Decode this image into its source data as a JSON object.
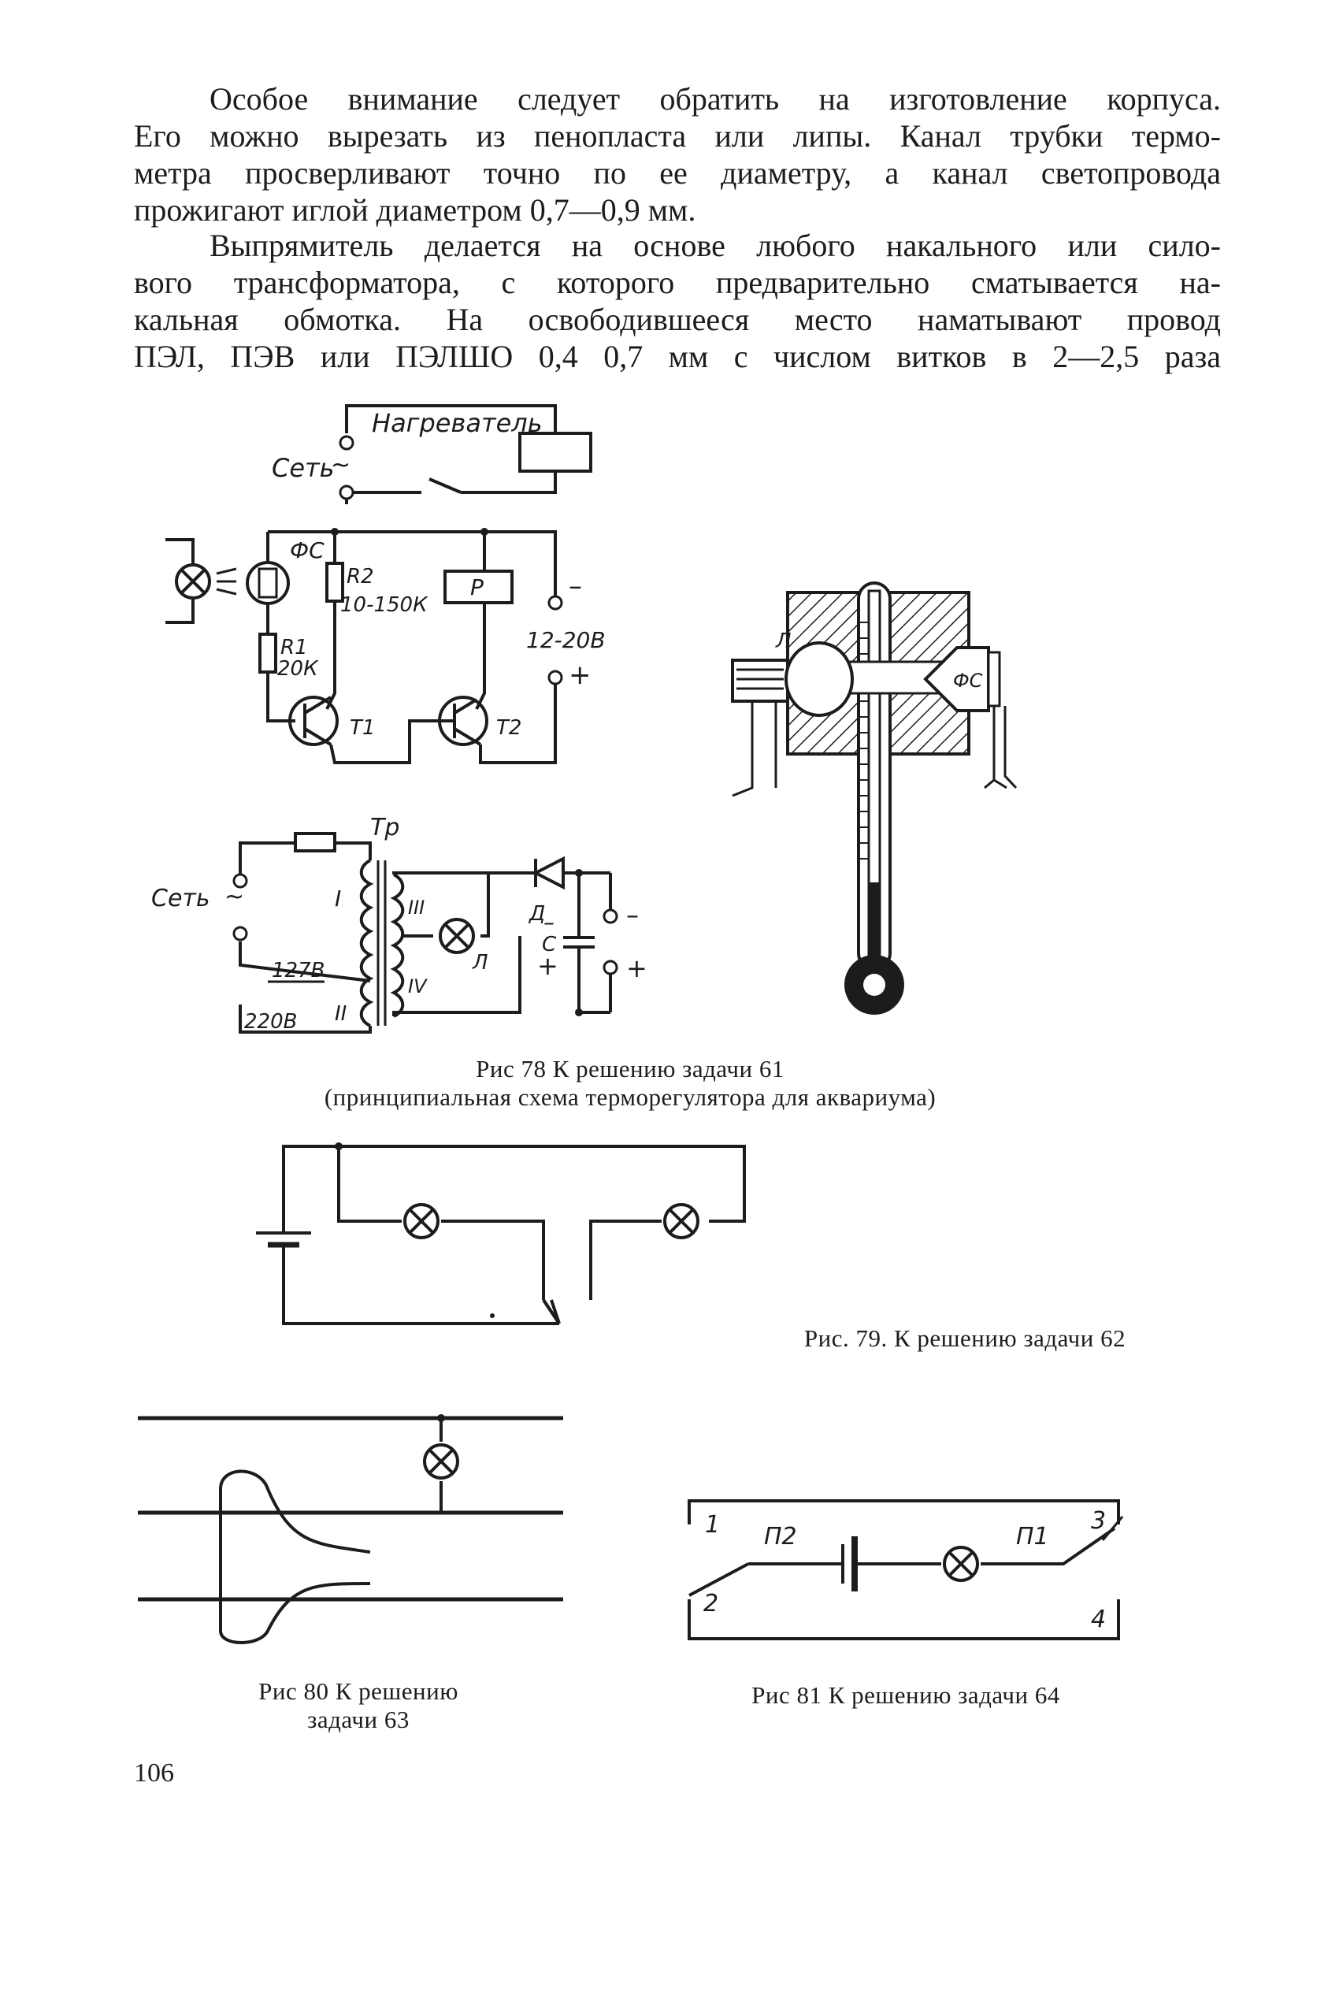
{
  "text": {
    "paragraph_1": [
      "Особое внимание следует обратить на изготовление корпуса.",
      "Его можно вырезать из пенопласта или липы. Канал трубки термо-",
      "метра просверливают точно по ее диаметру, а канал светопровода",
      "прожигают иглой диаметром 0,7—0,9 мм."
    ],
    "paragraph_2": [
      "Выпрямитель делается на основе любого накального или сило-",
      "вого трансформатора, с которого предварительно сматывается на-",
      "кальная обмотка. На освободившееся место наматывают провод",
      "ПЭЛ, ПЭВ или ПЭЛШО 0,4 0,7 мм с числом витков в 2—2,5 раза"
    ]
  },
  "figure_78": {
    "labels": {
      "heater": "Нагреватель",
      "mains_top": "Сеть",
      "mains_bottom": "Сеть",
      "tilde": "~",
      "photoresistor": "ФС",
      "r1": "R1",
      "r1_value": "20К",
      "r2": "R2",
      "r2_value": "10-150К",
      "relay": "Р",
      "supply_minus": "–",
      "supply_voltage": "12-20В",
      "supply_plus": "+",
      "t1": "Т1",
      "t2": "Т2",
      "transformer": "Тр",
      "winding_1": "I",
      "winding_2": "II",
      "winding_3": "III",
      "winding_4": "IV",
      "tap_127": "127В",
      "tap_220": "220В",
      "lamp_l": "Л",
      "diode": "Д",
      "capacitor": "С",
      "cap_minus": "–",
      "cap_plus": "+",
      "out_minus": "–",
      "out_plus": "+",
      "thermo_lamp": "Л",
      "thermo_fs": "ФС"
    },
    "caption_line_1": "Рис 78 К решению задачи 61",
    "caption_line_2": "(принципиальная схема терморегулятора для аквариума)"
  },
  "figure_79": {
    "caption": "Рис. 79. К решению задачи 62"
  },
  "figure_80": {
    "caption_line_1": "Рис 80 К решению",
    "caption_line_2": "задачи 63"
  },
  "figure_81": {
    "labels": {
      "n1": "1",
      "n2": "2",
      "n3": "3",
      "n4": "4",
      "p1": "П1",
      "p2": "П2"
    },
    "caption": "Рис 81 К решению задачи 64"
  },
  "page_number": "106"
}
